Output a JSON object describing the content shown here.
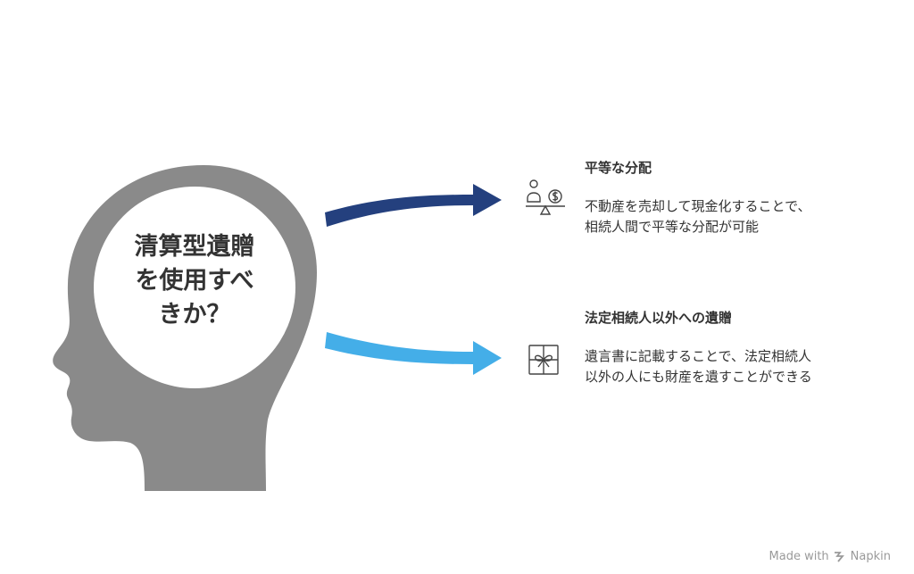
{
  "head": {
    "question_lines": [
      "清算型遺贈",
      "を使用すべ",
      "きか？"
    ],
    "head_color": "#8a8a8a"
  },
  "options": [
    {
      "title": "平等な分配",
      "description_lines": [
        "不動産を売却して現金化することで、",
        "相続人間で平等な分配が可能"
      ],
      "icon": "scale-person-money-icon",
      "arrow_color": "#24407e"
    },
    {
      "title": "法定相続人以外への遺贈",
      "description_lines": [
        "遺言書に記載することで、法定相続人",
        "以外の人にも財産を遺すことができる"
      ],
      "icon": "gift-box-icon",
      "arrow_color": "#44aee8"
    }
  ],
  "footer": {
    "made_with": "Made with",
    "brand": "Napkin"
  }
}
